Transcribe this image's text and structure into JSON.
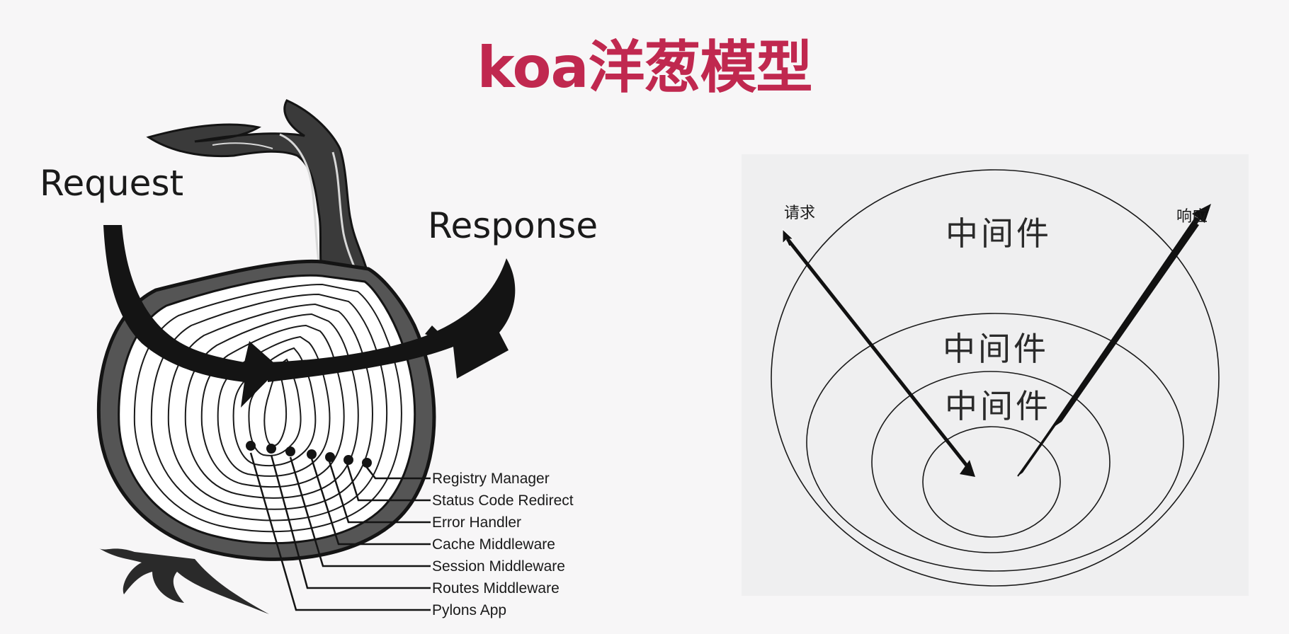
{
  "title": "koa洋葱模型",
  "onion": {
    "request_label": "Request",
    "response_label": "Response",
    "layers": [
      "Registry Manager",
      "Status Code Redirect",
      "Error Handler",
      "Cache Middleware",
      "Session Middleware",
      "Routes Middleware",
      "Pylons App"
    ]
  },
  "nested": {
    "request_label": "请求",
    "response_label": "响应",
    "middleware_labels": [
      "中间件",
      "中间件",
      "中间件"
    ]
  },
  "colors": {
    "title": "#c0284f",
    "onion_skin": "#555555",
    "arrow": "#141414",
    "panel_bg": "#efeff0"
  }
}
